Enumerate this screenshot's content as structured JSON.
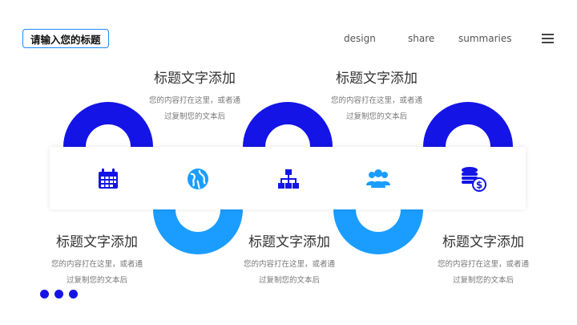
{
  "header": {
    "title": "请输入您的标题",
    "nav": [
      "design",
      "share",
      "summaries"
    ]
  },
  "blocks": [
    {
      "heading": "标题文字添加",
      "line1": "您的内容打在这里，或者通",
      "line2": "过复制您的文本后"
    },
    {
      "heading": "标题文字添加",
      "line1": "您的内容打在这里，或者通",
      "line2": "过复制您的文本后"
    },
    {
      "heading": "标题文字添加",
      "line1": "您的内容打在这里，或者通",
      "line2": "过复制您的文本后"
    },
    {
      "heading": "标题文字添加",
      "line1": "您的内容打在这里，或者通",
      "line2": "过复制您的文本后"
    },
    {
      "heading": "标题文字添加",
      "line1": "您的内容打在这里，或者通",
      "line2": "过复制您的文本后"
    }
  ],
  "icons": [
    "calendar-icon",
    "globe-icon",
    "org-chart-icon",
    "users-icon",
    "coins-dollar-icon"
  ],
  "colors": {
    "dark_blue": "#1414e6",
    "light_blue": "#1a9dff",
    "accent_border": "#1a8cff"
  }
}
